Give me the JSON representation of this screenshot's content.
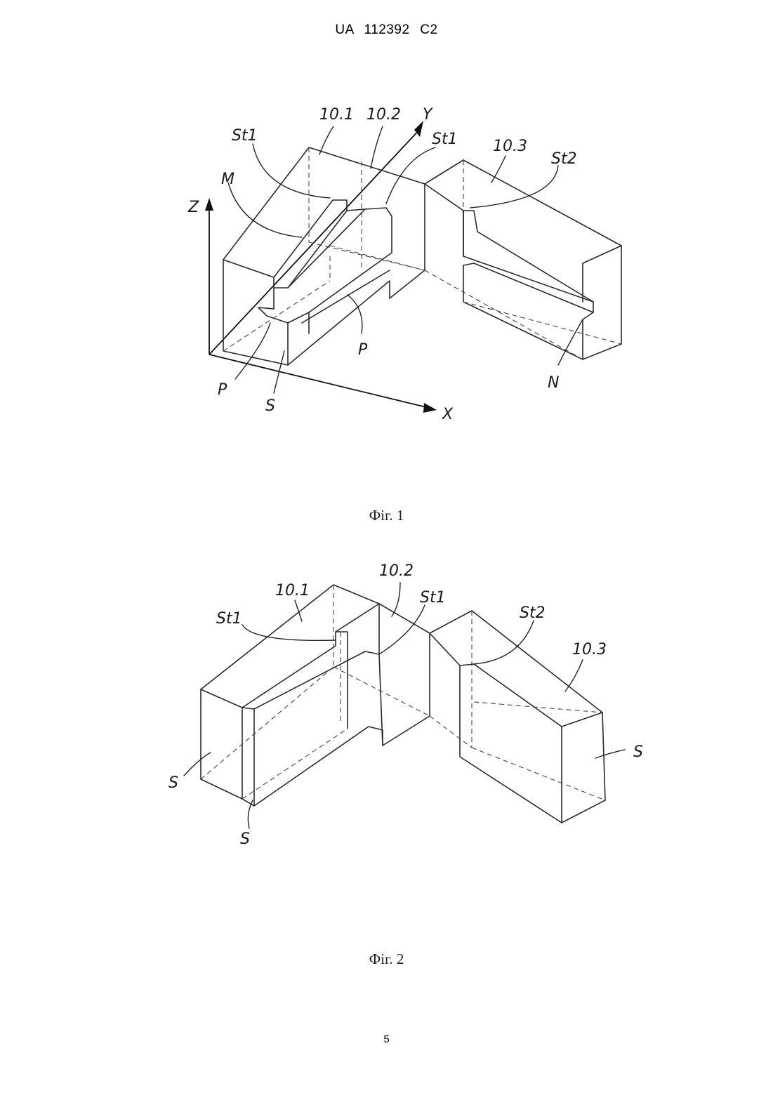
{
  "header": {
    "patent_number": "UA   112392   C2"
  },
  "figure1": {
    "caption": "Фіг. 1",
    "labels": {
      "ref_10_1": "10.1",
      "ref_10_2": "10.2",
      "ref_10_3": "10.3",
      "st1_left": "St1",
      "st1_right": "St1",
      "st2": "St2",
      "m": "M",
      "y_axis": "Y",
      "z_axis": "Z",
      "x_axis": "X",
      "p_left": "P",
      "p_right": "P",
      "s": "S",
      "n": "N"
    }
  },
  "figure2": {
    "caption": "Фіг. 2",
    "labels": {
      "ref_10_1": "10.1",
      "ref_10_2": "10.2",
      "ref_10_3": "10.3",
      "st1_left": "St1",
      "st1_right": "St1",
      "st2": "St2",
      "s_left": "S",
      "s_bottom": "S",
      "s_right": "S"
    }
  },
  "footer": {
    "page_number": "5"
  }
}
